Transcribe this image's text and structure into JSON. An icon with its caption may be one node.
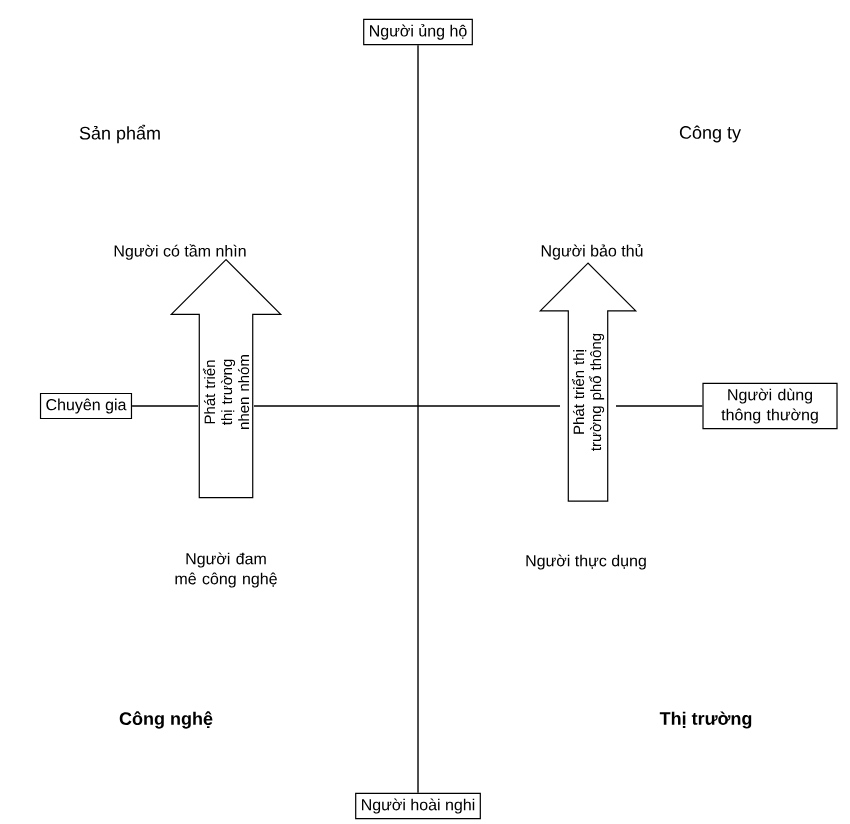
{
  "diagram": {
    "nodes": [
      {
        "text": [
          "Người ủng hộ"
        ]
      },
      {
        "text": [
          "Chuyên gia"
        ]
      },
      {
        "text": [
          "Người dùng thông thường"
        ]
      },
      {
        "text": [
          "Người hoài nghi"
        ]
      },
      {
        "text": [
          "Phát triển thị trường nhen nhóm"
        ]
      },
      {
        "text": [
          "Phát triển thị trường phổ thông"
        ]
      }
    ],
    "edges": [
      {
        "from": 0,
        "to": 3,
        "arrow": "none"
      },
      {
        "from": 1,
        "to": 4,
        "arrow": "none"
      },
      {
        "from": 4,
        "to": 5,
        "arrow": "none"
      },
      {
        "from": 5,
        "to": 2,
        "arrow": "none"
      }
    ],
    "labels": [
      "Sản phẩm",
      "Công ty",
      "Người có tầm nhìn",
      "Người bảo thủ",
      "Người đam mê công nghệ",
      "Người thực dụng",
      "Công nghệ",
      "Thị trường"
    ]
  }
}
